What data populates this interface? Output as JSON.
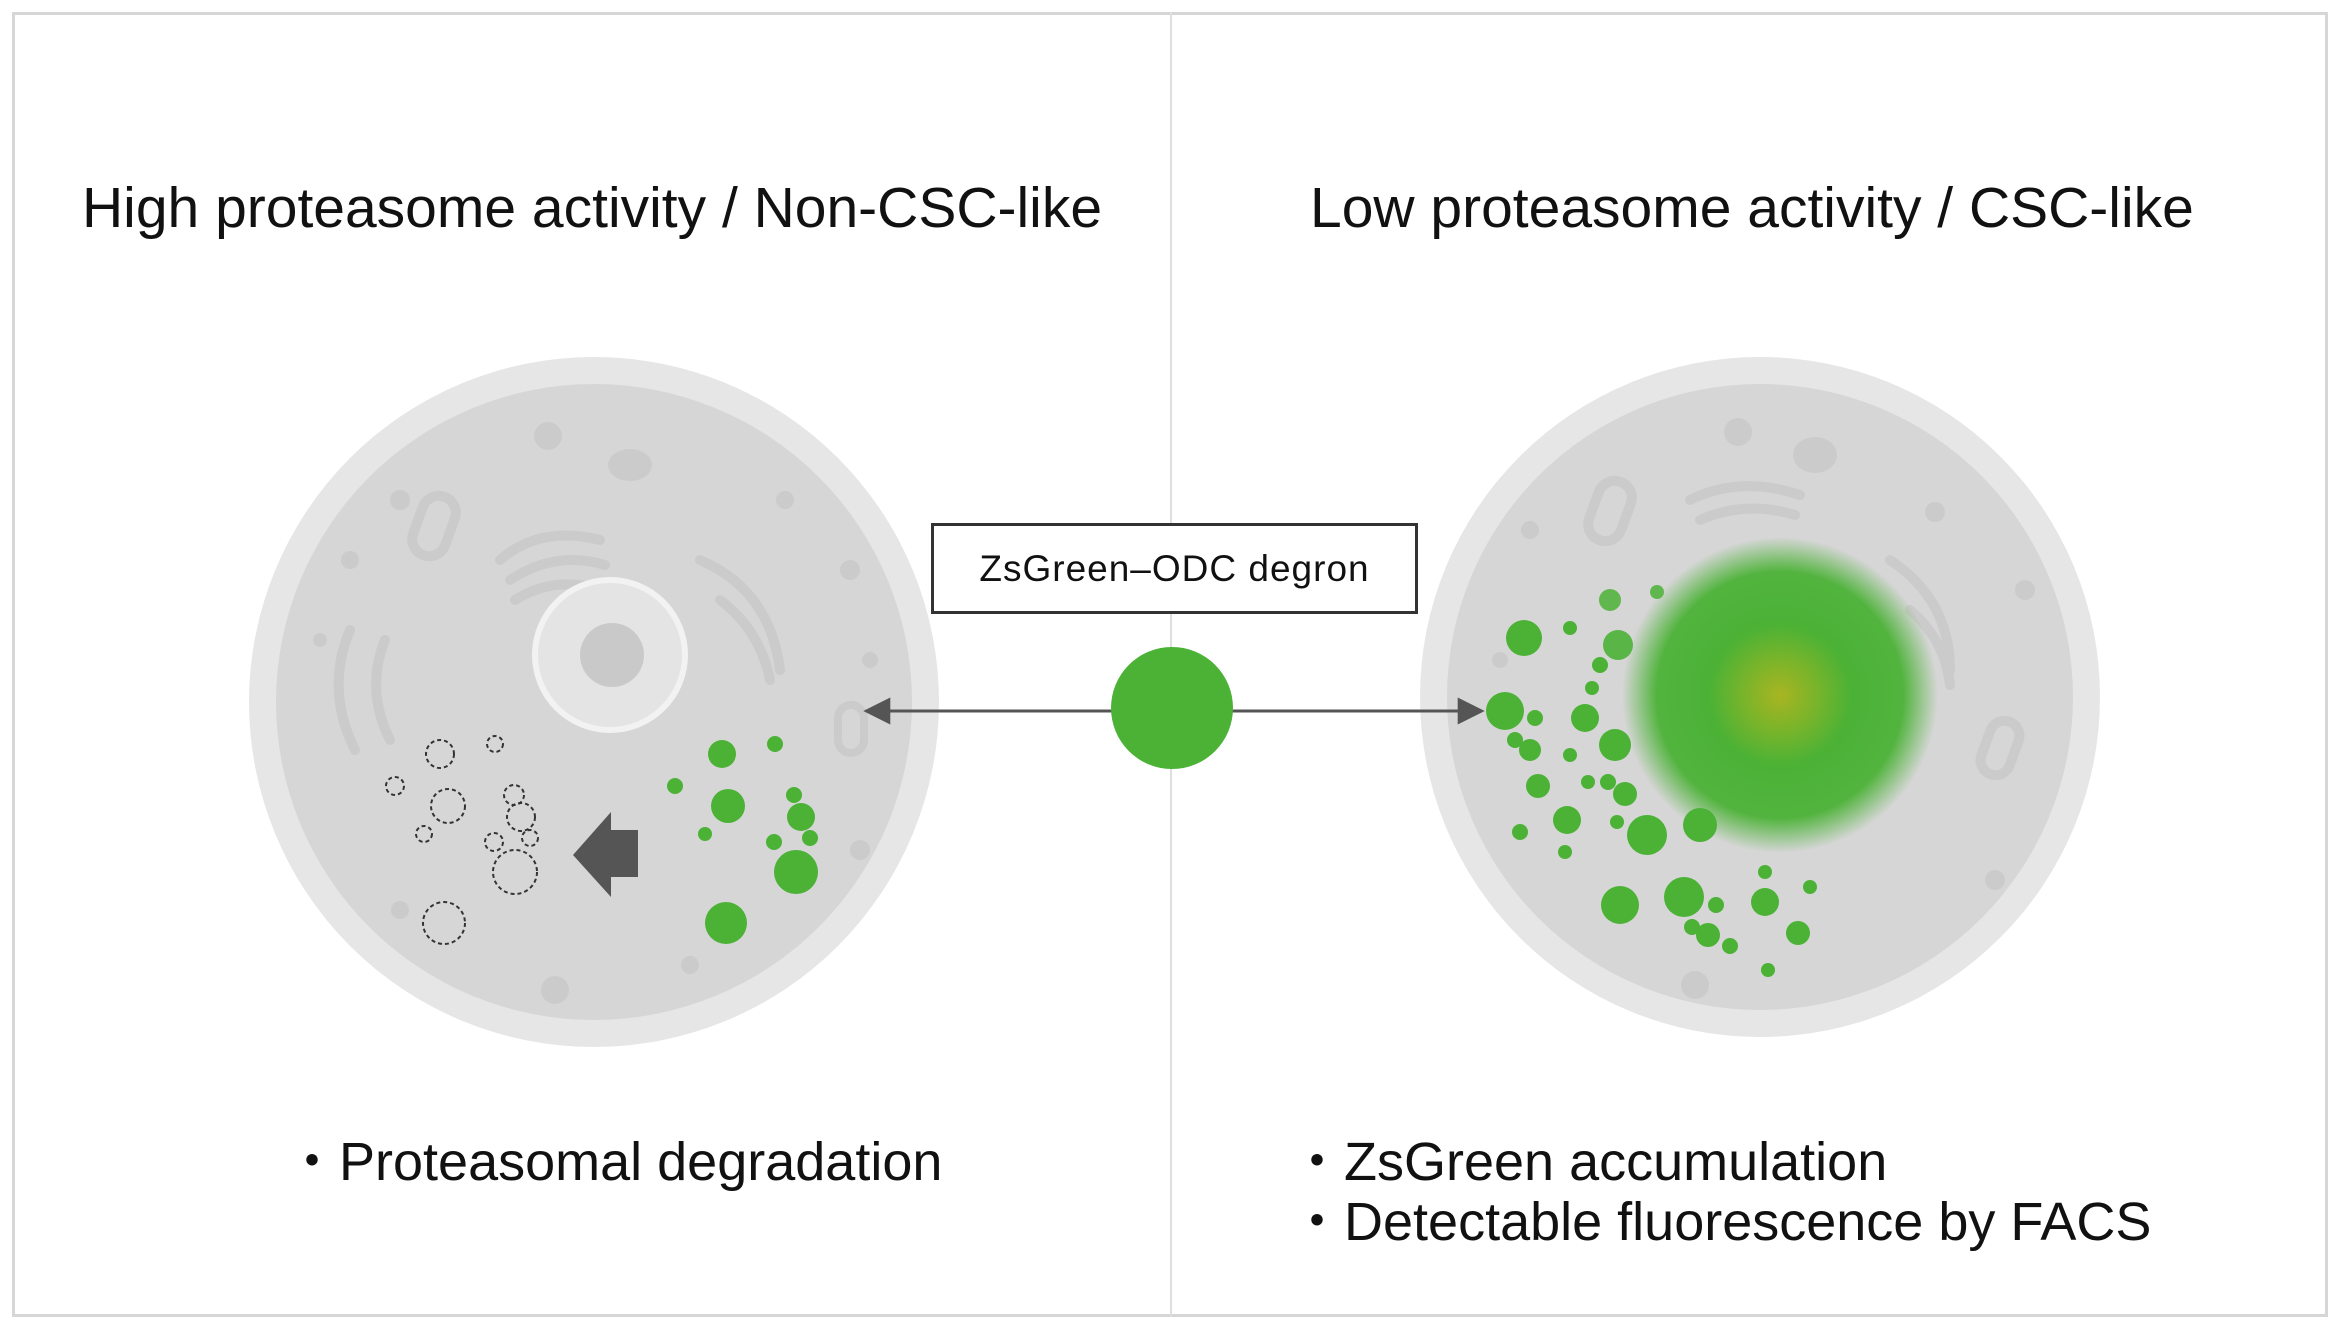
{
  "panels": {
    "left": {
      "title": "High proteasome activity / Non-CSC-like",
      "bullets": [
        "・Proteasomal degradation"
      ]
    },
    "right": {
      "title": "Low proteasome activity / CSC-like",
      "bullets": [
        "・ZsGreen accumulation",
        "・Detectable fluorescence by FACS"
      ]
    }
  },
  "reporter": {
    "label": "ZsGreen–ODC degron"
  },
  "colors": {
    "zsgreen": "#4bb236",
    "cell_outer": "#e6e6e6",
    "cell_inner": "#d6d6d6",
    "arrow_dark": "#555555"
  },
  "icons": {
    "cell_left": "cell-icon",
    "cell_right": "cell-icon",
    "degradation_arrow": "arrow-left-icon"
  }
}
